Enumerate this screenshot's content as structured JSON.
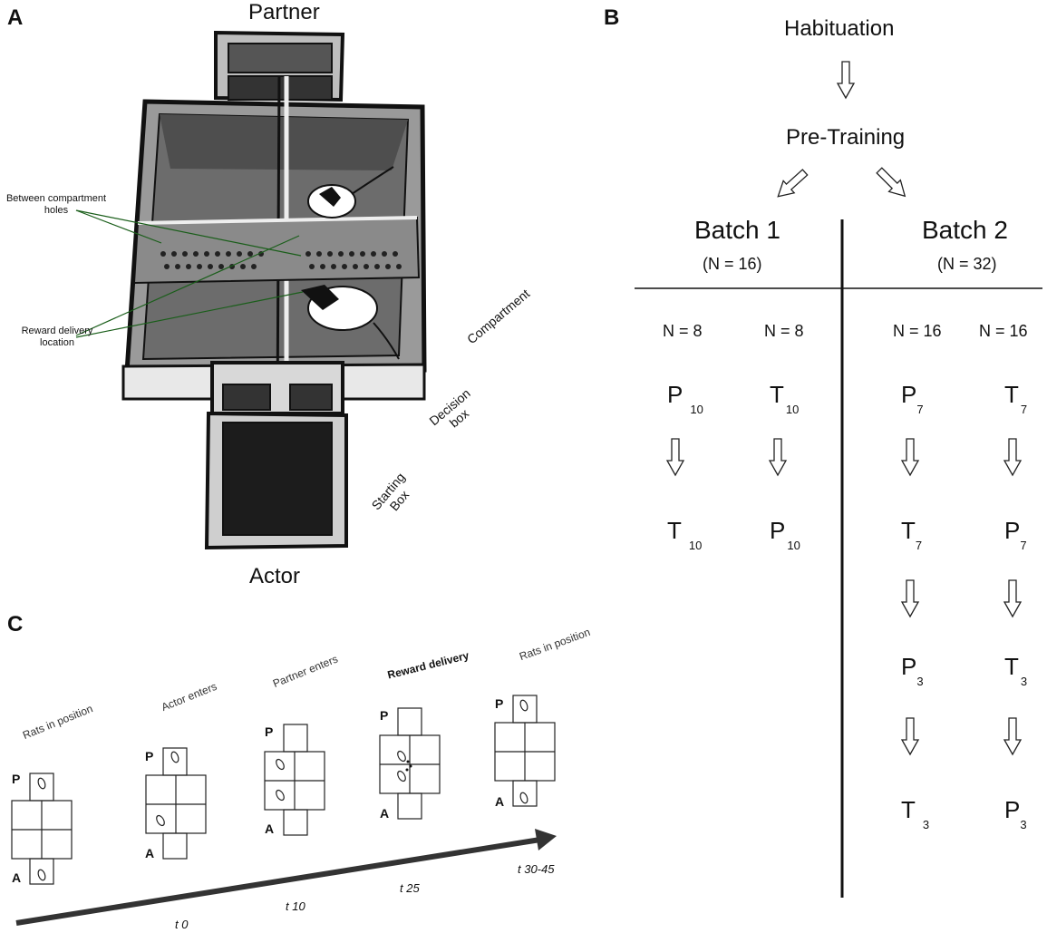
{
  "panels": {
    "a": "A",
    "b": "B",
    "c": "C"
  },
  "panel_a": {
    "partner": "Partner",
    "actor": "Actor",
    "holes": "Between compartment holes",
    "reward": "Reward delivery location",
    "compartment": "Compartment",
    "decision": "Decision box",
    "starting": "Starting Box"
  },
  "panel_b": {
    "habituation": "Habituation",
    "pretraining": "Pre-Training",
    "batch1": {
      "title": "Batch 1",
      "n": "(N = 16)"
    },
    "batch2": {
      "title": "Batch 2",
      "n": "(N = 32)"
    },
    "cols": [
      {
        "n": "N = 8",
        "seq": [
          {
            "s": "P",
            "k": "10"
          },
          {
            "s": "T",
            "k": "10"
          }
        ]
      },
      {
        "n": "N = 8",
        "seq": [
          {
            "s": "T",
            "k": "10"
          },
          {
            "s": "P",
            "k": "10"
          }
        ]
      },
      {
        "n": "N = 16",
        "seq": [
          {
            "s": "P",
            "k": "7"
          },
          {
            "s": "T",
            "k": "7"
          },
          {
            "s": "P",
            "k": "3"
          },
          {
            "s": "T",
            "k": "3"
          }
        ]
      },
      {
        "n": "N = 16",
        "seq": [
          {
            "s": "T",
            "k": "7"
          },
          {
            "s": "P",
            "k": "7"
          },
          {
            "s": "T",
            "k": "3"
          },
          {
            "s": "P",
            "k": "3"
          }
        ]
      }
    ]
  },
  "panel_c": {
    "stages": [
      "Rats in position",
      "Actor enters",
      "Partner enters",
      "Reward delivery",
      "Rats in position"
    ],
    "p": "P",
    "a": "A",
    "times": [
      "t 0",
      "t 10",
      "t 25",
      "t 30-45"
    ]
  }
}
